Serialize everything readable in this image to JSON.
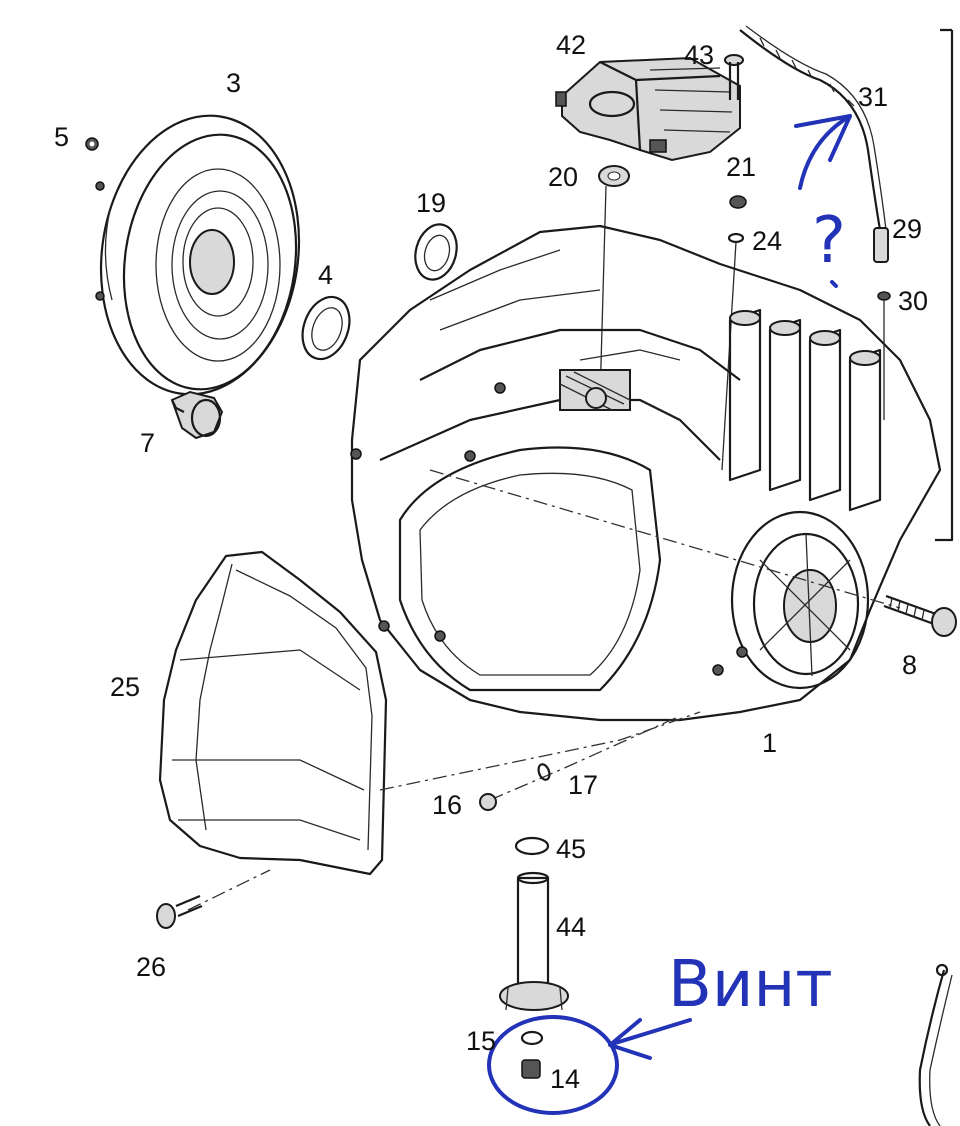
{
  "callouts": {
    "c1": "1",
    "c3": "3",
    "c4": "4",
    "c5": "5",
    "c7": "7",
    "c8": "8",
    "c14": "14",
    "c15": "15",
    "c16": "16",
    "c17": "17",
    "c19": "19",
    "c20": "20",
    "c21": "21",
    "c24": "24",
    "c25": "25",
    "c26": "26",
    "c29": "29",
    "c30": "30",
    "c31": "31",
    "c42": "42",
    "c43": "43",
    "c44": "44",
    "c45": "45"
  },
  "handwriting": {
    "note": "Винт",
    "question": "?"
  },
  "ink_color": "#2233b8"
}
